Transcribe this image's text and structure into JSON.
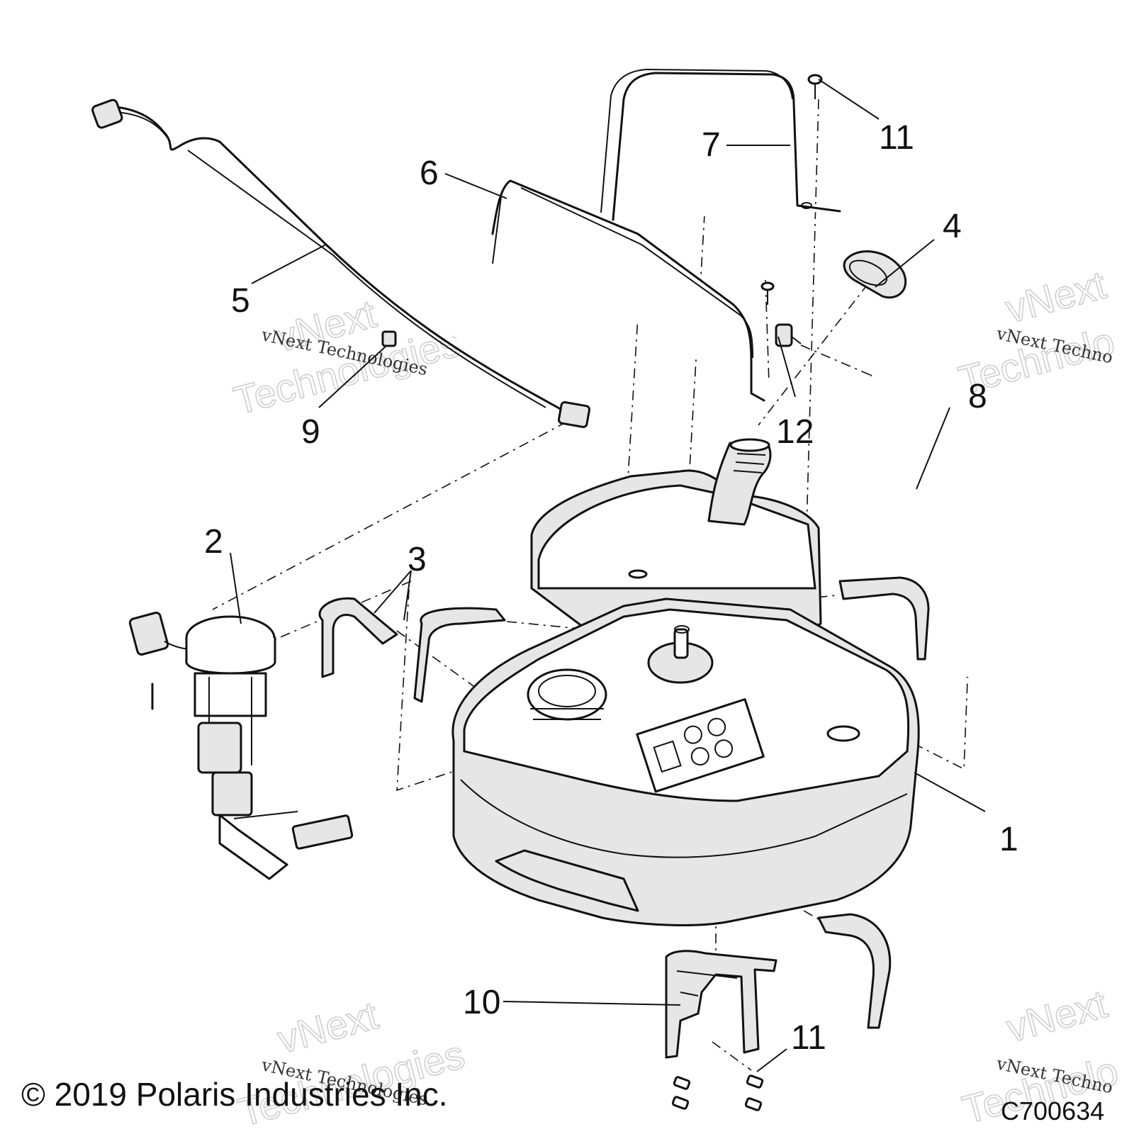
{
  "callouts": {
    "c1": "1",
    "c2": "2",
    "c3": "3",
    "c4": "4",
    "c5": "5",
    "c6": "6",
    "c7": "7",
    "c8": "8",
    "c9": "9",
    "c10": "10",
    "c11a": "11",
    "c11b": "11",
    "c12": "12"
  },
  "watermark": {
    "line1": "vNext",
    "line2": "Technologies",
    "small": "vNext Technologies",
    "small_cut": "vNext Techno",
    "big_cut1": "vNext",
    "big_cut2": "Technolo"
  },
  "footer": {
    "copyright": "© 2019 Polaris Industries Inc.",
    "code": "C700634"
  }
}
